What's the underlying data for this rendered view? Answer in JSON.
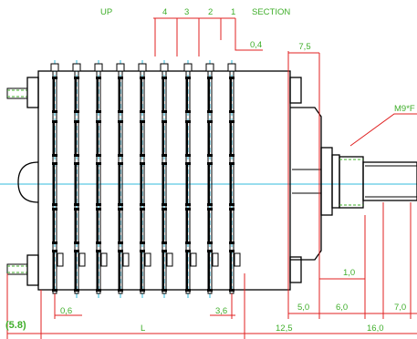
{
  "labels": {
    "up": "UP",
    "sec4": "4",
    "sec3": "3",
    "sec2": "2",
    "sec1": "1",
    "section": "SECTION",
    "d_0_4": "0,4",
    "d_7_5": "7,5",
    "thread": "M9*F",
    "d_1_0": "1,0",
    "d_0_6": "0,6",
    "d_3_6": "3,6",
    "d_5_0": "5,0",
    "d_6_0": "6,0",
    "d_7_0": "7,0",
    "d_5_8": "(5.8)",
    "d_L": "L",
    "d_12_5": "12,5",
    "d_16_0": "16,0"
  },
  "colors": {
    "outline": "#000000",
    "dimension": "#e02020",
    "label": "#3fae2a",
    "centerline": "#33bbdd"
  }
}
